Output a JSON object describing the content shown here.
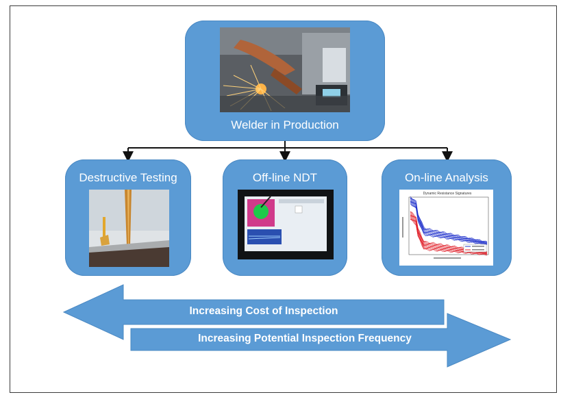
{
  "top_box": {
    "label": "Welder in Production",
    "image_icon": "robotic-welder-photo"
  },
  "methods": [
    {
      "label": "Destructive Testing",
      "image_icon": "chisel-test-photo"
    },
    {
      "label": "Off-line NDT",
      "image_icon": "ultrasonic-scan-tablet-photo"
    },
    {
      "label": "On-line Analysis",
      "image_icon": "dynamic-resistance-chart"
    }
  ],
  "chart_inset": {
    "title": "Dynamic Resistance Signatures",
    "series_colors": {
      "good": "#2233cc",
      "bad": "#e0202a"
    }
  },
  "arrows": {
    "cost_label": "Increasing Cost of Inspection",
    "frequency_label": "Increasing Potential Inspection Frequency"
  },
  "colors": {
    "box_fill": "#5b9bd5",
    "arrow_fill": "#5b9bd5",
    "connector": "#111111"
  }
}
